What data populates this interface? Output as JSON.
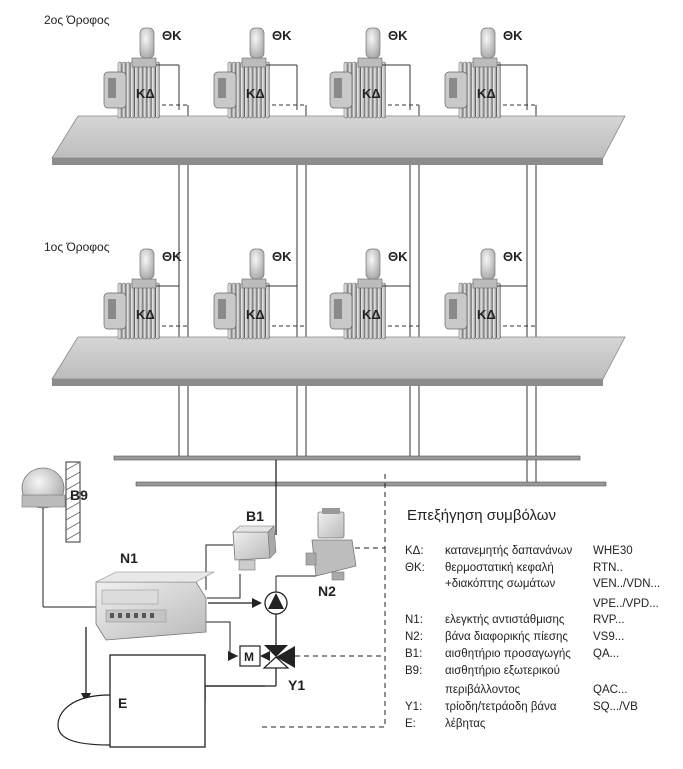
{
  "floors": {
    "second": "2ος Όροφος",
    "first": "1ος Όροφος"
  },
  "device_labels": {
    "thermostatic_head": "ΘΚ",
    "cost_allocator": "ΚΔ",
    "outdoor_sensor": "B9",
    "supply_sensor": "B1",
    "controller": "N1",
    "diff_pressure_valve": "N2",
    "mixing_valve": "Y1",
    "boiler": "E",
    "actuator": "M"
  },
  "legend": {
    "title": "Επεξήγηση συμβόλων",
    "rows": [
      {
        "code": "ΚΔ:",
        "desc": "κατανεμητής δαπανάνων",
        "model": "WHE30"
      },
      {
        "code": "ΘΚ:",
        "desc": "θερμοστατική κεφαλή",
        "model": "RTN.."
      },
      {
        "code": "",
        "desc": "+διακόπτης σωμάτων",
        "model": "VEN../VDN..."
      },
      {
        "code": "",
        "desc": "",
        "model": "VPE../VPD..."
      },
      {
        "code": "N1:",
        "desc": "ελεγκτής αντιστάθμισης",
        "model": "RVP..."
      },
      {
        "code": "N2:",
        "desc": "βάνα διαφορικής πίεσης",
        "model": "VS9..."
      },
      {
        "code": "B1:",
        "desc": "αισθητήριο προσαγωγής",
        "model": "QA..."
      },
      {
        "code": "B9:",
        "desc": "αισθητήριο εξωτερικού",
        "model": ""
      },
      {
        "code": "",
        "desc": "περιβάλλοντος",
        "model": "QAC..."
      },
      {
        "code": "Y1:",
        "desc": "τρίοδη/τετράοδη βάνα",
        "model": "SQ.../VB"
      },
      {
        "code": "E:",
        "desc": "λέβητας",
        "model": ""
      }
    ]
  }
}
